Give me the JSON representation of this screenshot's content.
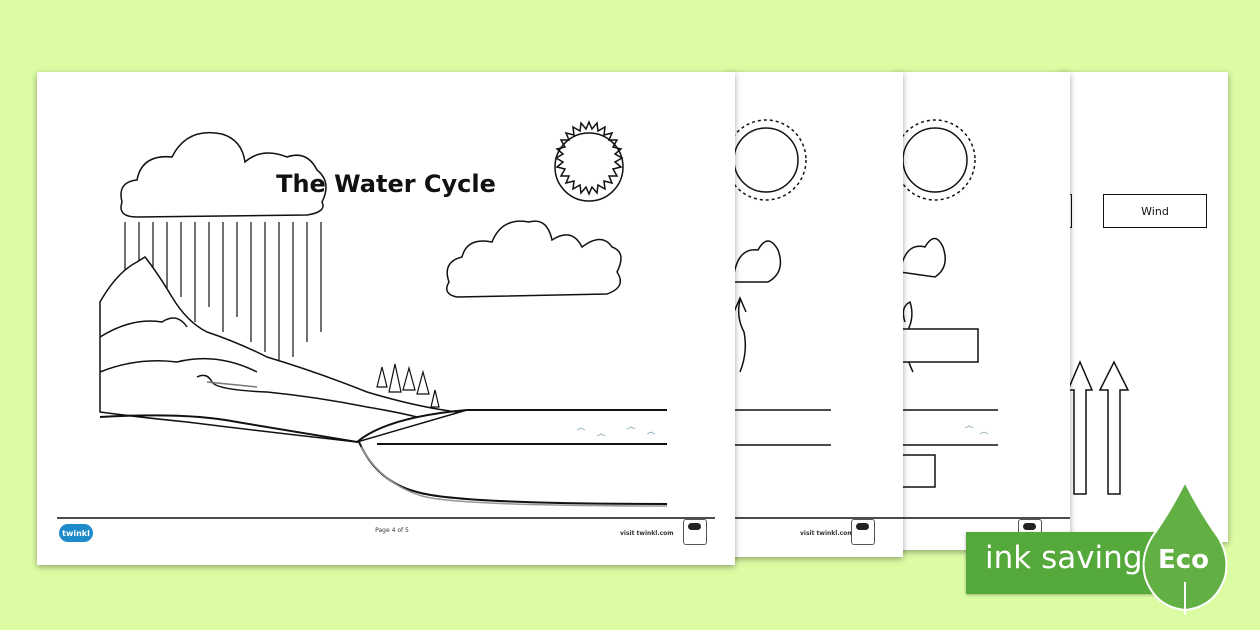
{
  "worksheet": {
    "title": "The Water Cycle",
    "page_label": "Page 4 of 5",
    "visit_label": "visit twinkl.com",
    "logo_text": "twinkl",
    "wind_label": "Wind"
  },
  "eco_badge": {
    "text": "ink saving",
    "label": "Eco",
    "color": "#55a83a"
  },
  "colors": {
    "background": "#dcfca4",
    "paper": "#ffffff",
    "line": "#111111"
  }
}
